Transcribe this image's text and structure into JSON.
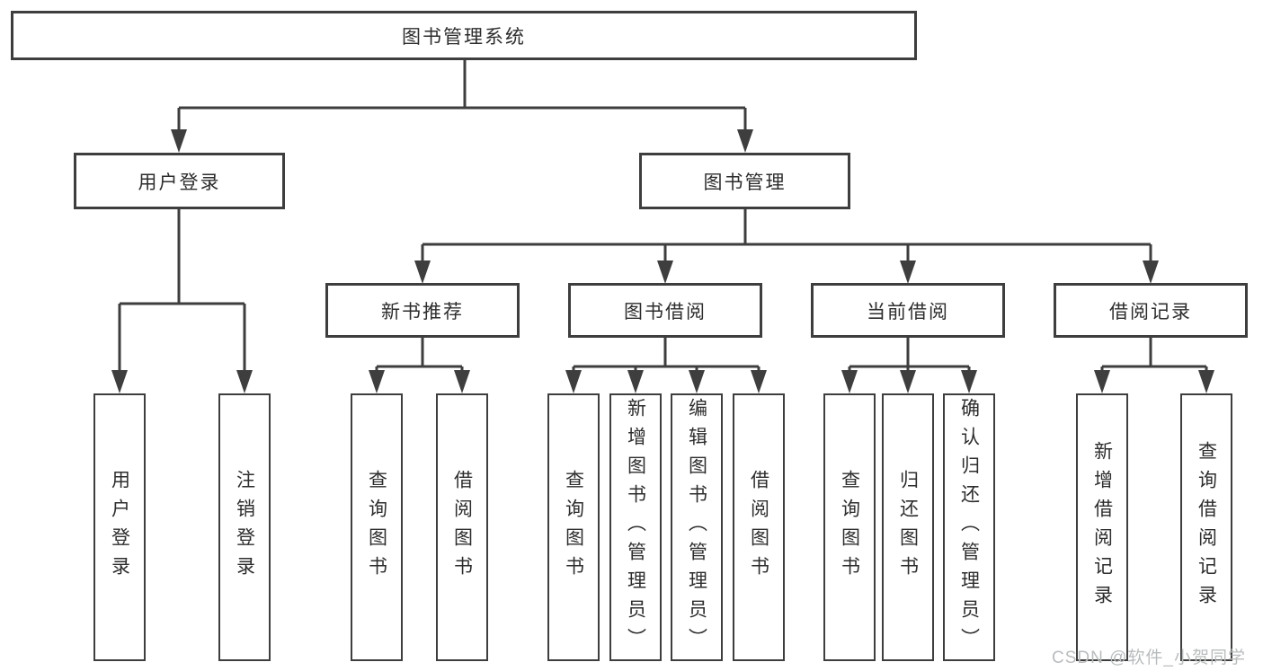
{
  "diagram": {
    "type": "tree",
    "root": {
      "label": "图书管理系统",
      "children": [
        {
          "label": "用户登录",
          "children": [
            {
              "label": "用户登录"
            },
            {
              "label": "注销登录"
            }
          ]
        },
        {
          "label": "图书管理",
          "children": [
            {
              "label": "新书推荐",
              "children": [
                {
                  "label": "查询图书"
                },
                {
                  "label": "借阅图书"
                }
              ]
            },
            {
              "label": "图书借阅",
              "children": [
                {
                  "label": "查询图书"
                },
                {
                  "label": "新增图书（管理员）"
                },
                {
                  "label": "编辑图书（管理员）"
                },
                {
                  "label": "借阅图书"
                }
              ]
            },
            {
              "label": "当前借阅",
              "children": [
                {
                  "label": "查询图书"
                },
                {
                  "label": "归还图书"
                },
                {
                  "label": "确认归还（管理员）"
                }
              ]
            },
            {
              "label": "借阅记录",
              "children": [
                {
                  "label": "新增借阅记录"
                },
                {
                  "label": "查询借阅记录"
                }
              ]
            }
          ]
        }
      ]
    }
  },
  "watermark": "CSDN @软件_小贺同学",
  "colors": {
    "line": "#3e3e3e",
    "border": "#3e3e3e",
    "text": "#2d2d2d",
    "watermark": "#b9bcbe",
    "background": "#ffffff"
  }
}
